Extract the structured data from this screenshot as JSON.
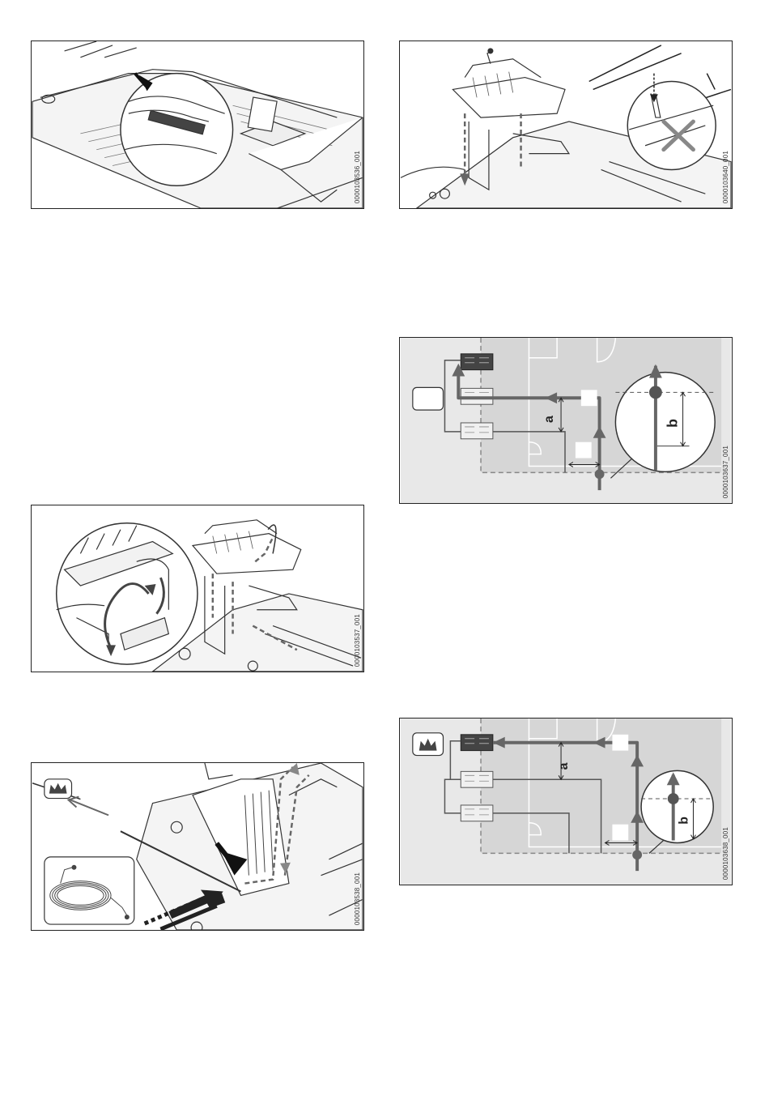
{
  "figures": {
    "fig1": {
      "code": "0000103536_001"
    },
    "fig2": {
      "code": "0000103640_001"
    },
    "fig3": {
      "code": "0000103537_001"
    },
    "fig4": {
      "code": "0000103538_001"
    },
    "fig5": {
      "code": "0000103637_001",
      "label_a": "a",
      "label_b": "b"
    },
    "fig6": {
      "code": "0000103638_001",
      "label_a": "a",
      "label_b": "b"
    }
  },
  "icons": [
    "crown-icon",
    "cable-coil-icon",
    "cross-icon",
    "arrow-icon"
  ],
  "colors": {
    "line": "#222222",
    "wire": "#6a6a6a",
    "lawn": "#d8d8d8",
    "panel": "#e8e8e8",
    "dark": "#555555"
  }
}
